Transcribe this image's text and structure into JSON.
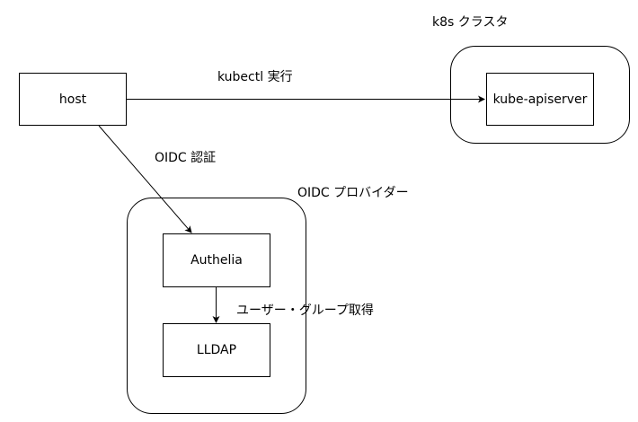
{
  "groups": {
    "k8s_cluster": {
      "label": "k8s クラスタ"
    },
    "oidc_provider": {
      "label": "OIDC プロバイダー"
    }
  },
  "nodes": {
    "host": "host",
    "kube_apiserver": "kube-apiserver",
    "authelia": "Authelia",
    "lldap": "LLDAP"
  },
  "edges": {
    "host_to_apiserver": "kubectl 実行",
    "host_to_authelia": "OIDC 認証",
    "authelia_to_lldap": "ユーザー・グループ取得"
  },
  "colors": {
    "stroke": "#000000",
    "background": "#ffffff"
  }
}
